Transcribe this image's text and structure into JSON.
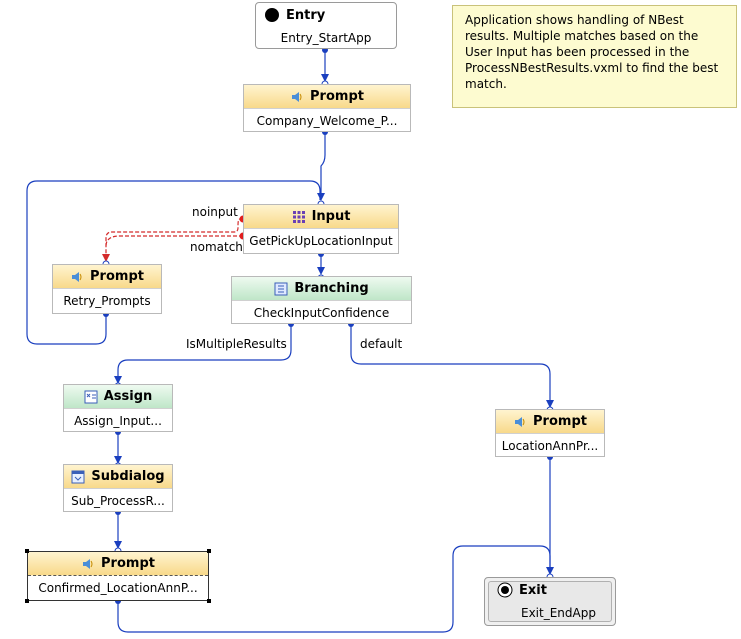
{
  "note": {
    "text": "Application shows handling of NBest results. Multiple matches based on the User Input has been processed in the ProcessNBestResults.vxml to find the best match."
  },
  "nodes": {
    "entry": {
      "type": "Entry",
      "name": "Entry_StartApp"
    },
    "welcome": {
      "type": "Prompt",
      "name": "Company_Welcome_P..."
    },
    "input": {
      "type": "Input",
      "name": "GetPickUpLocationInput"
    },
    "retry": {
      "type": "Prompt",
      "name": "Retry_Prompts"
    },
    "branching": {
      "type": "Branching",
      "name": "CheckInputConfidence"
    },
    "assign": {
      "type": "Assign",
      "name": "Assign_Input..."
    },
    "subdialog": {
      "type": "Subdialog",
      "name": "Sub_ProcessR..."
    },
    "confirmed": {
      "type": "Prompt",
      "name": "Confirmed_LocationAnnP..."
    },
    "location": {
      "type": "Prompt",
      "name": "LocationAnnPr..."
    },
    "exit": {
      "type": "Exit",
      "name": "Exit_EndApp"
    }
  },
  "edge_labels": {
    "noinput": "noinput",
    "nomatch": "nomatch",
    "multiple": "IsMultipleResults",
    "default": "default"
  },
  "colors": {
    "connector": "#1a3fbf",
    "error_connector": "#d42a2a",
    "prompt_header": "#f8d98a",
    "branch_header": "#bfe6c8",
    "exit_header": "#dedede",
    "note_bg": "#fdfbd0"
  },
  "icons": {
    "entry": "filled-circle-icon",
    "prompt": "speaker-icon",
    "input": "keypad-icon",
    "branching": "branch-icon",
    "assign": "assign-icon",
    "subdialog": "subdialog-icon",
    "exit": "stop-circle-icon"
  }
}
